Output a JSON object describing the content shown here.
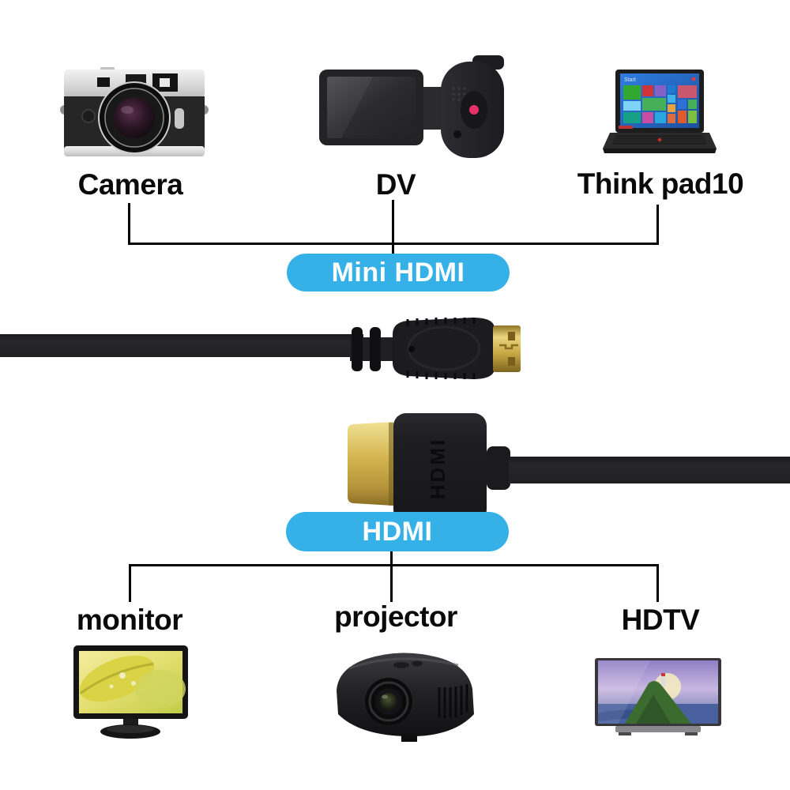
{
  "colors": {
    "badge_blue": "#35b1e8",
    "badge_text": "#ffffff",
    "connector_line": "#000000",
    "label_text": "#0a0a0a",
    "cable_black": "#232327",
    "connector_gold": "#d9b64a"
  },
  "mini_hdmi_group": {
    "badge_label": "Mini HDMI",
    "devices": [
      {
        "name": "camera",
        "label": "Camera"
      },
      {
        "name": "dv-camcorder",
        "label": "DV"
      },
      {
        "name": "thinkpad-laptop",
        "label": "Think pad10"
      }
    ]
  },
  "hdmi_group": {
    "badge_label": "HDMI",
    "devices": [
      {
        "name": "monitor",
        "label": "monitor"
      },
      {
        "name": "projector",
        "label": "projector"
      },
      {
        "name": "hdtv",
        "label": "HDTV"
      }
    ]
  },
  "cable": {
    "hdmi_connector_embossed_label": "HDMI"
  },
  "laptop_screen": {
    "start_label": "Start"
  }
}
